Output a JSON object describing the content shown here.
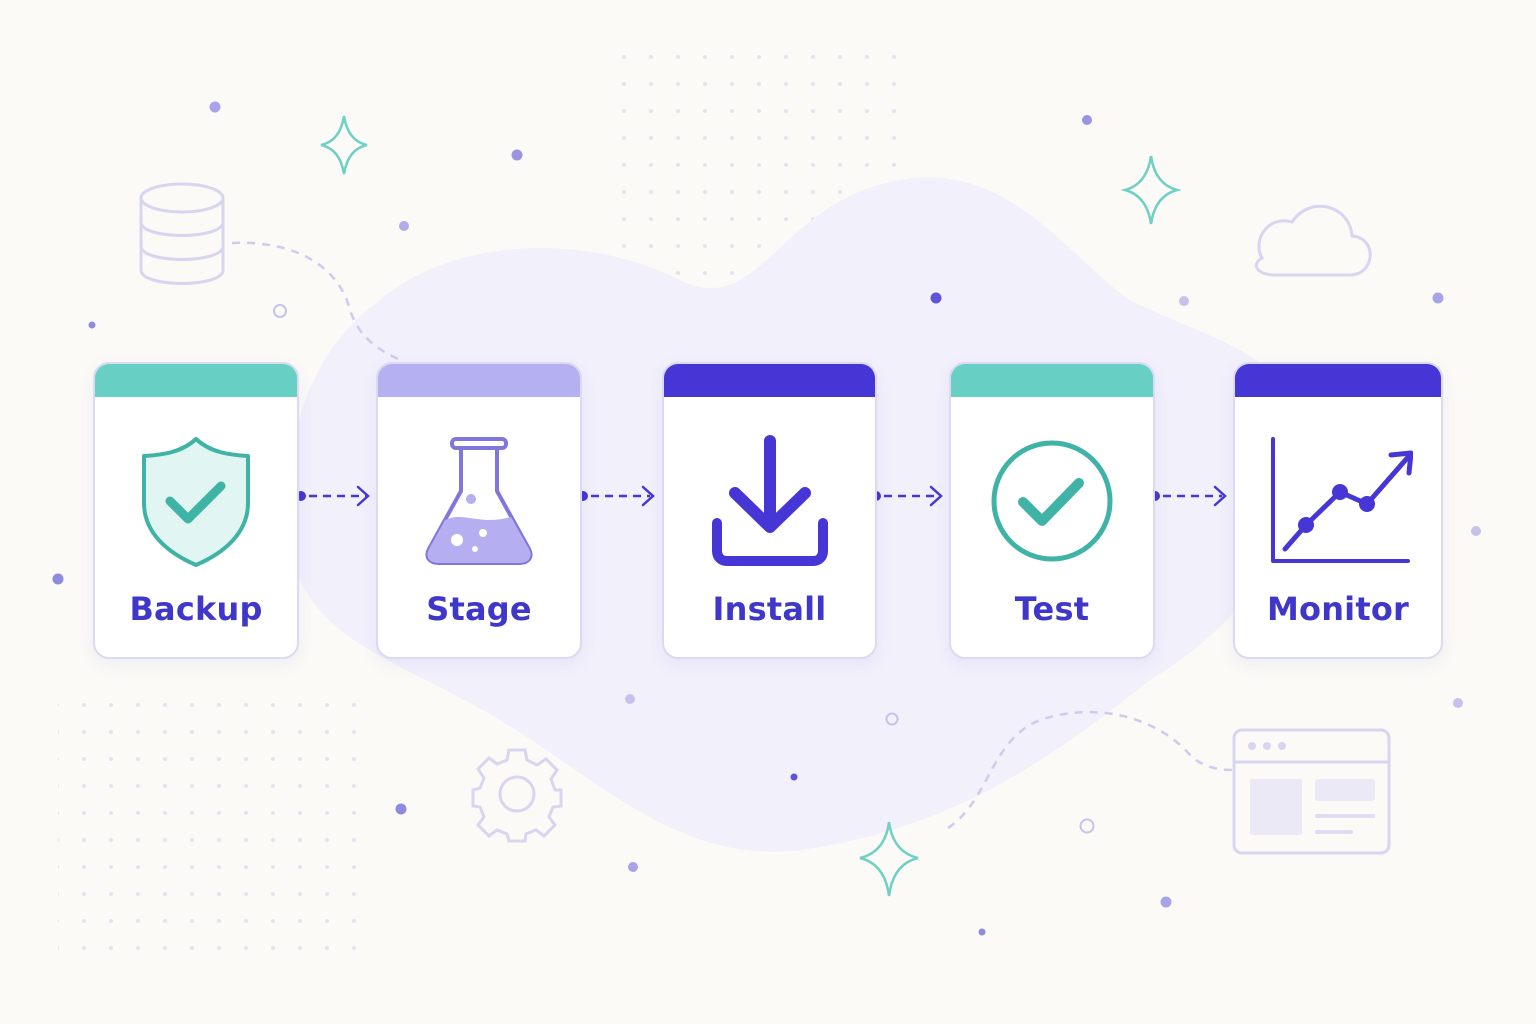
{
  "colors": {
    "teal": "#67cfc4",
    "lavender": "#b5b0ef",
    "indigo": "#4636d6",
    "text": "#3f37c9",
    "blob": "#f2f0fb"
  },
  "steps": [
    {
      "label": "Backup",
      "icon": "shield-check-icon",
      "bar_color": "#67cfc4"
    },
    {
      "label": "Stage",
      "icon": "flask-icon",
      "bar_color": "#b5b0ef"
    },
    {
      "label": "Install",
      "icon": "download-icon",
      "bar_color": "#4636d6"
    },
    {
      "label": "Test",
      "icon": "check-circle-icon",
      "bar_color": "#67cfc4"
    },
    {
      "label": "Monitor",
      "icon": "line-chart-icon",
      "bar_color": "#4636d6"
    }
  ],
  "decorations": [
    "database-icon",
    "cloud-icon",
    "gear-icon",
    "browser-window-icon",
    "sparkle-icon"
  ]
}
